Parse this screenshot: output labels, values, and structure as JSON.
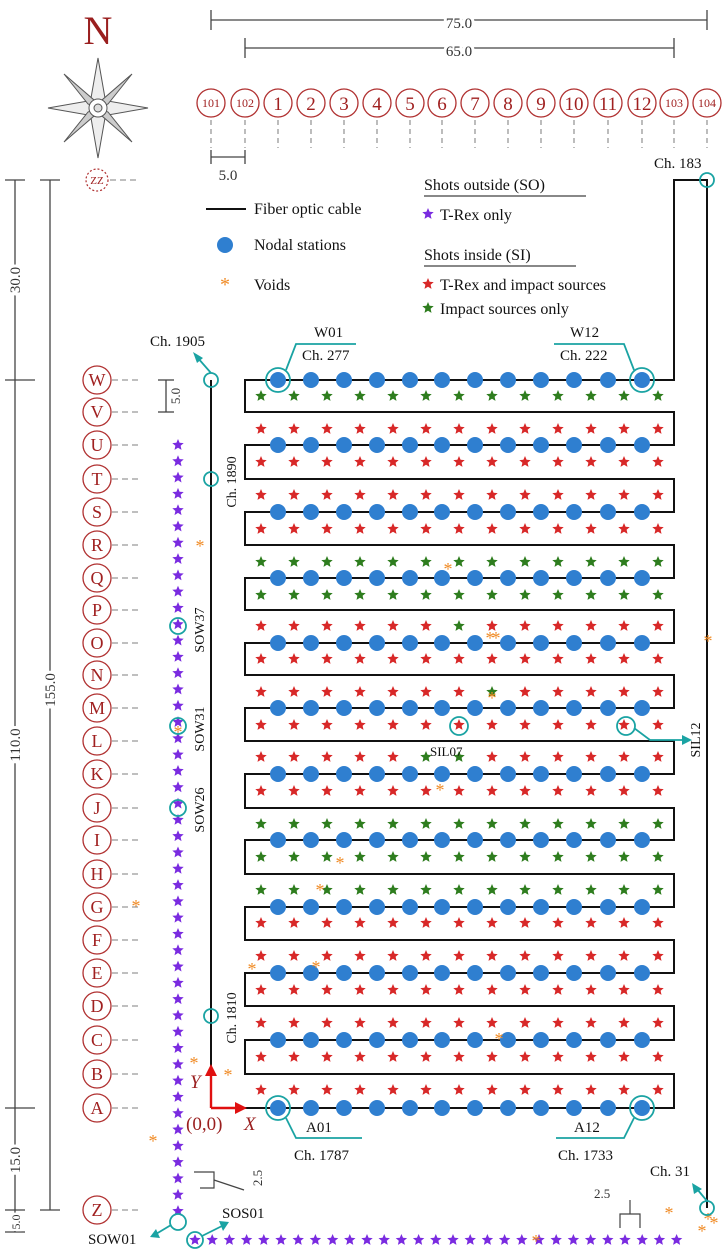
{
  "compass": {
    "label": "N"
  },
  "dimensions": {
    "top_total": "75.0",
    "top_inner": "65.0",
    "col_spacing": "5.0",
    "left_top": "30.0",
    "left_mid": "110.0",
    "left_outer": "155.0",
    "left_bottom": "15.0",
    "left_last": "5.0",
    "row_spacing": "5.0",
    "offset_left": "2.5",
    "offset_bottom": "2.5"
  },
  "columns": [
    "101",
    "102",
    "1",
    "2",
    "3",
    "4",
    "5",
    "6",
    "7",
    "8",
    "9",
    "10",
    "11",
    "12",
    "103",
    "104"
  ],
  "rows": [
    "ZZ",
    "W",
    "V",
    "U",
    "T",
    "S",
    "R",
    "Q",
    "P",
    "O",
    "N",
    "M",
    "L",
    "K",
    "J",
    "I",
    "H",
    "G",
    "F",
    "E",
    "D",
    "C",
    "B",
    "A",
    "Z"
  ],
  "legend": {
    "fiber": "Fiber optic cable",
    "nodal": "Nodal stations",
    "voids": "Voids",
    "so_header": "Shots outside (SO)",
    "so_trex": "T-Rex only",
    "si_header": "Shots inside (SI)",
    "si_trex_impact": "T-Rex and impact sources",
    "si_impact": "Impact sources only"
  },
  "colors": {
    "label_ring": "#b03030",
    "label_text": "#a02020",
    "nodal": "#2f7fd0",
    "trex_only": "#7a2be0",
    "trex_impact": "#d82828",
    "impact_only": "#2e7d1e",
    "void": "#f08a24",
    "callout": "#1aa3a3",
    "axis": "#e01010"
  },
  "annotations": {
    "ch1905": "Ch. 1905",
    "ch183": "Ch. 183",
    "w01": "W01",
    "ch277": "Ch. 277",
    "w12": "W12",
    "ch222": "Ch. 222",
    "ch1890": "Ch. 1890",
    "ch1810": "Ch. 1810",
    "sow37": "SOW37",
    "sow31": "SOW31",
    "sow26": "SOW26",
    "sil07": "SIL07",
    "sil12": "SIL12",
    "a01": "A01",
    "ch1787": "Ch. 1787",
    "a12": "A12",
    "ch1733": "Ch. 1733",
    "ch31": "Ch. 31",
    "sow01": "SOW01",
    "sos01": "SOS01",
    "axis_y": "Y",
    "axis_x": "X",
    "origin": "(0,0)"
  }
}
